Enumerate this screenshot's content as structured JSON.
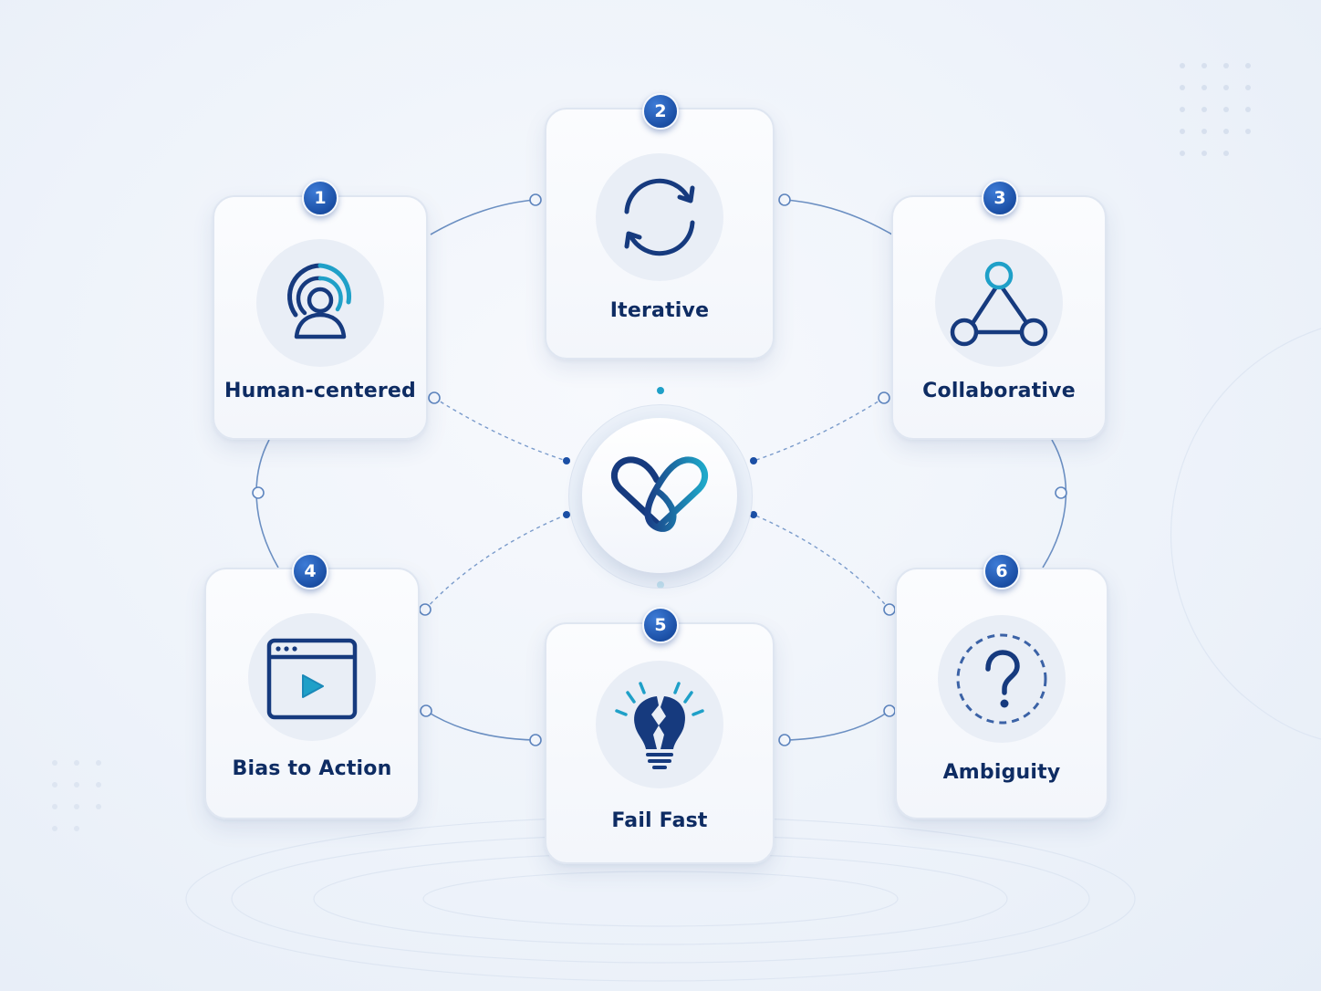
{
  "principles": [
    {
      "number": "1",
      "label": "Human-centered",
      "icon": "person-signal-icon"
    },
    {
      "number": "2",
      "label": "Iterative",
      "icon": "cycle-arrows-icon"
    },
    {
      "number": "3",
      "label": "Collaborative",
      "icon": "network-triangle-icon"
    },
    {
      "number": "4",
      "label": "Bias to Action",
      "icon": "video-play-window-icon"
    },
    {
      "number": "5",
      "label": "Fail Fast",
      "icon": "broken-lightbulb-icon"
    },
    {
      "number": "6",
      "label": "Ambiguity",
      "icon": "question-dashed-circle-icon"
    }
  ],
  "hub": {
    "icon": "heart-loop-logo-icon"
  },
  "colors": {
    "navy": "#0e2c63",
    "accent": "#1fa0c8",
    "badge": "#1b4fa5",
    "line": "#6b8fc2"
  }
}
